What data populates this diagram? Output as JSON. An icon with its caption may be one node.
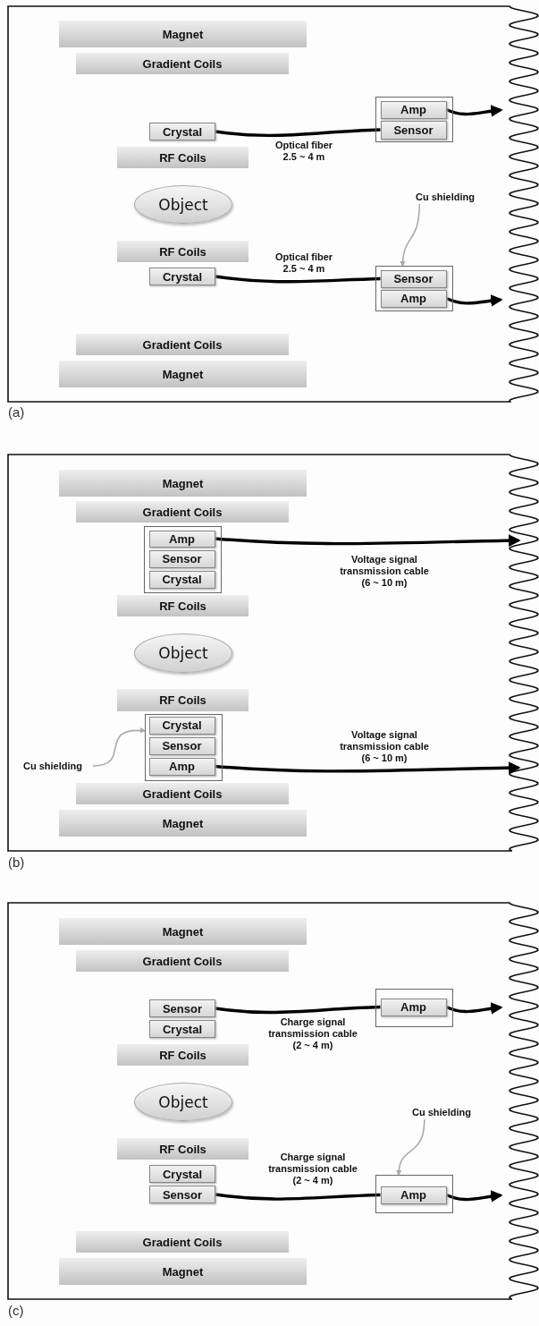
{
  "diagram": {
    "nodes": [
      {
        "text": [
          "Magnet"
        ]
      },
      {
        "text": [
          "Gradient Coils"
        ]
      },
      {
        "text": [],
        "shape": "box"
      },
      {
        "text": [
          "Amp"
        ],
        "in": 2
      },
      {
        "text": [
          "Sensor"
        ],
        "in": 2
      },
      {
        "text": [
          "Crystal"
        ]
      },
      {
        "text": [
          "RF Coils"
        ]
      },
      {
        "text": [
          "Object"
        ]
      },
      {
        "text": [
          "Cu shielding"
        ]
      },
      {
        "text": [
          "RF Coils"
        ]
      },
      {
        "text": [
          "Crystal"
        ]
      },
      {
        "text": [],
        "shape": "box"
      },
      {
        "text": [
          "Sensor"
        ],
        "in": 11
      },
      {
        "text": [
          "Amp"
        ],
        "in": 11
      },
      {
        "text": [
          "Gradient Coils"
        ]
      },
      {
        "text": [
          "Magnet"
        ]
      },
      {
        "text": [
          "Magnet"
        ]
      },
      {
        "text": [
          "Gradient Coils"
        ]
      },
      {
        "text": [],
        "shape": "box"
      },
      {
        "text": [
          "Amp"
        ],
        "in": 18
      },
      {
        "text": [
          "Sensor"
        ],
        "in": 18
      },
      {
        "text": [
          "Crystal"
        ],
        "in": 18
      },
      {
        "text": [
          "RF Coils"
        ]
      },
      {
        "text": [
          "Object"
        ]
      },
      {
        "text": [
          "RF Coils"
        ]
      },
      {
        "text": [],
        "shape": "box"
      },
      {
        "text": [
          "Crystal"
        ],
        "in": 25
      },
      {
        "text": [
          "Sensor"
        ],
        "in": 25
      },
      {
        "text": [
          "Amp"
        ],
        "in": 25
      },
      {
        "text": [
          "Cu shielding"
        ]
      },
      {
        "text": [
          "Gradient Coils"
        ]
      },
      {
        "text": [
          "Magnet"
        ]
      },
      {
        "text": [
          "Magnet"
        ]
      },
      {
        "text": [
          "Gradient Coils"
        ]
      },
      {
        "text": [
          "Sensor"
        ]
      },
      {
        "text": [
          "Crystal"
        ]
      },
      {
        "text": [
          "RF Coils"
        ]
      },
      {
        "text": [],
        "shape": "box"
      },
      {
        "text": [
          "Amp"
        ],
        "in": 37
      },
      {
        "text": [
          "Object"
        ]
      },
      {
        "text": [
          "Cu shielding"
        ]
      },
      {
        "text": [
          "RF Coils"
        ]
      },
      {
        "text": [
          "Crystal"
        ]
      },
      {
        "text": [
          "Sensor"
        ]
      },
      {
        "text": [],
        "shape": "box"
      },
      {
        "text": [
          "Amp"
        ],
        "in": 44
      },
      {
        "text": [
          "Gradient Coils"
        ]
      },
      {
        "text": [
          "Magnet"
        ]
      }
    ],
    "edges": [
      {
        "from": 5,
        "to": 4,
        "arrow": "none",
        "label": "Optical fiber 2.5 ~ 4 m"
      },
      {
        "from": 3,
        "to": null,
        "arrow": "to"
      },
      {
        "from": 8,
        "to": 11,
        "arrow": "to",
        "color": "#aaaaaa"
      },
      {
        "from": 10,
        "to": 12,
        "arrow": "none",
        "label": "Optical fiber 2.5 ~ 4 m"
      },
      {
        "from": 13,
        "to": null,
        "arrow": "to"
      },
      {
        "from": 19,
        "to": null,
        "arrow": "to",
        "label": "Voltage signal transmission cable (6 ~ 10 m)"
      },
      {
        "from": 29,
        "to": 25,
        "arrow": "to",
        "color": "#aaaaaa"
      },
      {
        "from": 28,
        "to": null,
        "arrow": "to",
        "label": "Voltage signal transmission cable (6 ~ 10 m)"
      },
      {
        "from": 34,
        "to": 38,
        "arrow": "none",
        "label": "Charge signal transmission cable (2 ~ 4 m)"
      },
      {
        "from": 38,
        "to": null,
        "arrow": "to"
      },
      {
        "from": 40,
        "to": 44,
        "arrow": "to",
        "color": "#aaaaaa"
      },
      {
        "from": 43,
        "to": 45,
        "arrow": "none",
        "label": "Charge signal transmission cable (2 ~ 4 m)"
      },
      {
        "from": 45,
        "to": null,
        "arrow": "to"
      }
    ],
    "labels": [
      "(a)",
      "(b)",
      "(c)"
    ]
  }
}
